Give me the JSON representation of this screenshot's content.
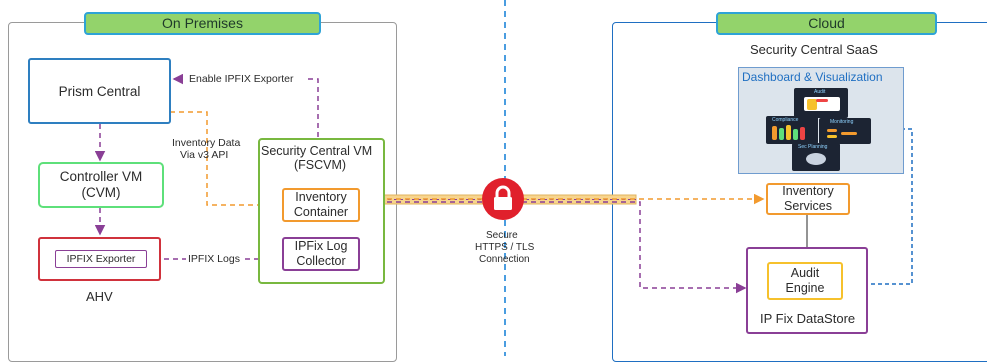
{
  "regions": {
    "on_premises": "On Premises",
    "cloud": "Cloud",
    "saas_title": "Security Central SaaS"
  },
  "boxes": {
    "prism_central": "Prism Central",
    "controller_vm_line1": "Controller VM",
    "controller_vm_line2": "(CVM)",
    "ipfix_exporter": "IPFIX Exporter",
    "ahv": "AHV",
    "security_central_vm_line1": "Security Central VM",
    "security_central_vm_line2": "(FSCVM)",
    "inventory_container_line1": "Inventory",
    "inventory_container_line2": "Container",
    "ipfix_collector_line1": "IPFix Log",
    "ipfix_collector_line2": "Collector",
    "dashboard": "Dashboard & Visualization",
    "inventory_services_line1": "Inventory",
    "inventory_services_line2": "Services",
    "audit_engine_line1": "Audit",
    "audit_engine_line2": "Engine",
    "ipfix_datastore": "IP Fix DataStore"
  },
  "dashboard_tiles": {
    "audit": "Audit",
    "compliance": "Compliance",
    "monitoring": "Monitoring",
    "sec_planning": "Sec Planning"
  },
  "labels": {
    "enable_ipfix": "Enable IPFIX Exporter",
    "inventory_data_line1": "Inventory Data",
    "inventory_data_line2": "Via v3 API",
    "ipfix_logs": "IPFIX Logs",
    "secure_line1": "Secure",
    "secure_line2": "HTTPS / TLS",
    "secure_line3": "Connection"
  },
  "icons": {
    "lock": "lock-icon"
  },
  "colors": {
    "tag_fill": "#93d36b",
    "tag_border": "#2ea3d6",
    "prism_border": "#2e7fc0",
    "controller_border": "#5ee07a",
    "ahv_border": "#d0323c",
    "purple": "#8a3f96",
    "orange": "#f29a2e",
    "fscvm_border": "#78b83f",
    "audit_border": "#f6c12c",
    "cloud_border": "#1f6fc2",
    "lock_red": "#e0202c"
  }
}
